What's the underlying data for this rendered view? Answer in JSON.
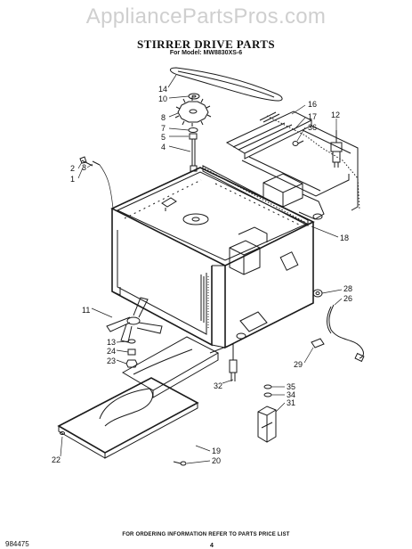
{
  "watermark": "AppliancePartsPros.com",
  "header": {
    "title": "STIRRER DRIVE PARTS",
    "model": "For Model: MW8830XS-6"
  },
  "callouts": [
    "14",
    "10",
    "8",
    "7",
    "5",
    "4",
    "2",
    "3",
    "1",
    "16",
    "17",
    "36",
    "12",
    "18",
    "11",
    "13",
    "24",
    "23",
    "28",
    "26",
    "29",
    "32",
    "35",
    "34",
    "31",
    "22",
    "19",
    "20"
  ],
  "footer": {
    "part_number": "984475",
    "order_note": "FOR ORDERING INFORMATION REFER TO PARTS PRICE LIST",
    "page": "4"
  }
}
